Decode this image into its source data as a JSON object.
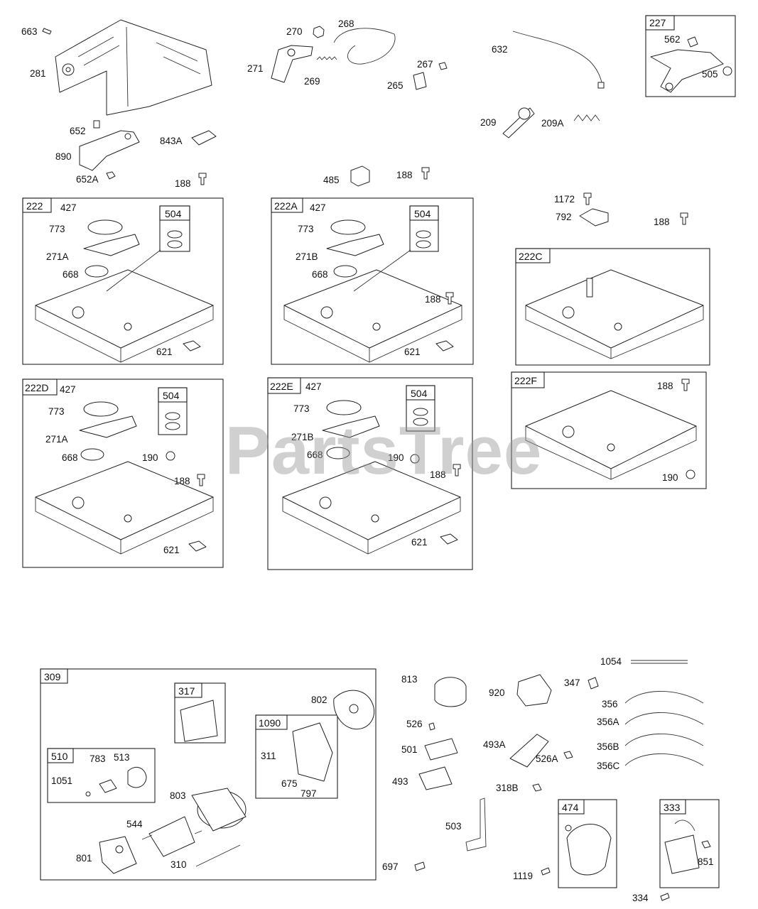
{
  "watermark": "PartsTree",
  "boxes": [
    {
      "id": "227"
    },
    {
      "id": "222"
    },
    {
      "id": "504"
    },
    {
      "id": "222A"
    },
    {
      "id": "504"
    },
    {
      "id": "222C"
    },
    {
      "id": "222D"
    },
    {
      "id": "504"
    },
    {
      "id": "222E"
    },
    {
      "id": "504"
    },
    {
      "id": "222F"
    },
    {
      "id": "309"
    },
    {
      "id": "317"
    },
    {
      "id": "1090"
    },
    {
      "id": "510"
    },
    {
      "id": "474"
    },
    {
      "id": "333"
    }
  ],
  "labels": [
    "663",
    "281",
    "270",
    "268",
    "271",
    "269",
    "267",
    "265",
    "632",
    "562",
    "505",
    "652",
    "843A",
    "890",
    "652A",
    "188",
    "485",
    "188",
    "209",
    "209A",
    "1172",
    "792",
    "188",
    "427",
    "773",
    "271A",
    "668",
    "621",
    "427",
    "773",
    "271B",
    "668",
    "188",
    "621",
    "427",
    "773",
    "271A",
    "668",
    "190",
    "188",
    "621",
    "427",
    "773",
    "271B",
    "668",
    "190",
    "188",
    "621",
    "188",
    "190",
    "1054",
    "813",
    "920",
    "347",
    "356",
    "356A",
    "526",
    "356B",
    "501",
    "493A",
    "356C",
    "526A",
    "493",
    "318B",
    "503",
    "851",
    "1119",
    "334",
    "697",
    "802",
    "311",
    "675",
    "797",
    "783",
    "513",
    "1051",
    "803",
    "544",
    "801",
    "310"
  ]
}
